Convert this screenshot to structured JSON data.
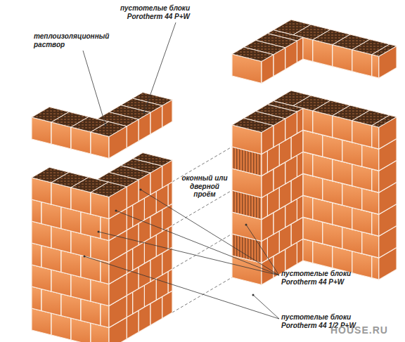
{
  "diagram": {
    "labels": [
      "пустотелые блоки Porotherm 44 P+W",
      "теплоизоляционный раствор",
      "оконный или дверной проём",
      "пустотелые блоки Porotherm 44 P+W",
      "пустотелые блоки Porotherm 44 1/2 P+W",
      "HOUSE.RU"
    ]
  }
}
